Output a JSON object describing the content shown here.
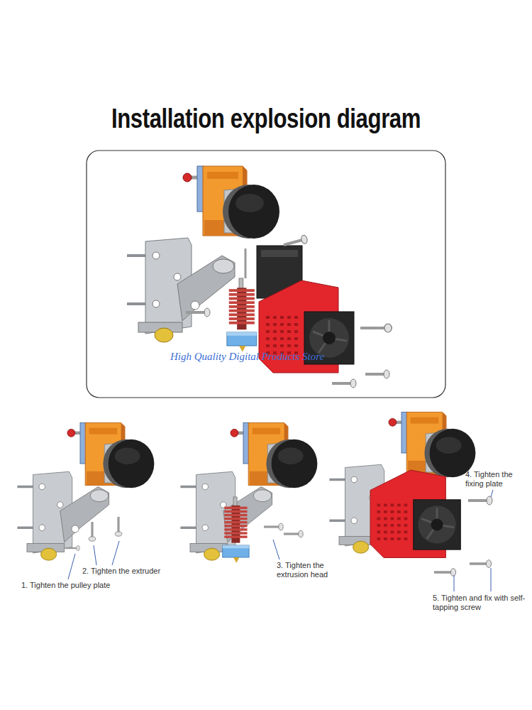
{
  "diagram": {
    "title": "Installation explosion diagram",
    "labels": [
      "High Quality Digital Products Store",
      "1. Tighten the pulley plate",
      "2. Tighten the extruder",
      "3. Tighten the extrusion head",
      "4. Tighten the fixing plate",
      "5. Tighten and fix with self-tapping screw"
    ]
  }
}
